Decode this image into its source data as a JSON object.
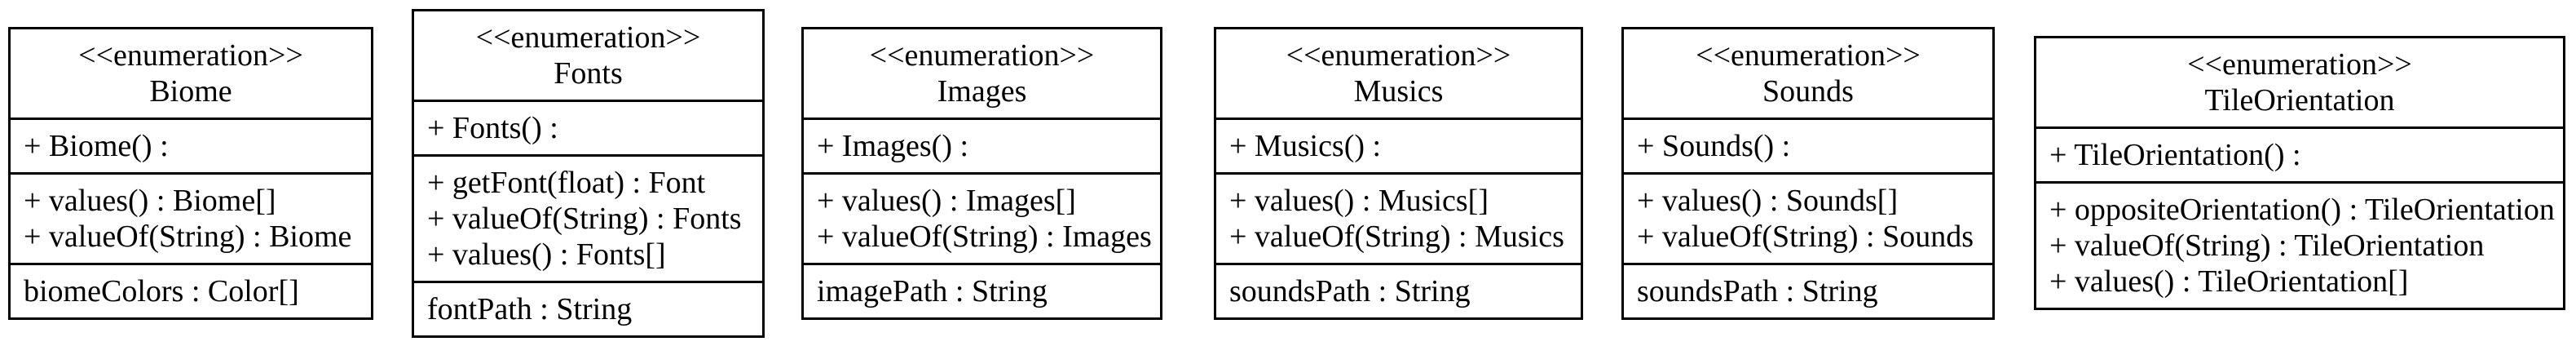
{
  "diagram": {
    "kind": "uml-class-diagram",
    "stereotype": "<<enumeration>>",
    "colors": {
      "background": "#ffffff",
      "border": "#000000",
      "text": "#000000"
    },
    "classes": [
      {
        "name": "Biome",
        "constructors": [
          "+ Biome() :"
        ],
        "methods": [
          "+ values() : Biome[]",
          "+ valueOf(String) : Biome"
        ],
        "attributes": [
          "biomeColors : Color[]"
        ]
      },
      {
        "name": "Fonts",
        "constructors": [
          "+ Fonts() :"
        ],
        "methods": [
          "+ getFont(float) : Font",
          "+ valueOf(String) : Fonts",
          "+ values() : Fonts[]"
        ],
        "attributes": [
          "fontPath : String"
        ]
      },
      {
        "name": "Images",
        "constructors": [
          "+ Images() :"
        ],
        "methods": [
          "+ values() : Images[]",
          "+ valueOf(String) : Images"
        ],
        "attributes": [
          "imagePath : String"
        ]
      },
      {
        "name": "Musics",
        "constructors": [
          "+ Musics() :"
        ],
        "methods": [
          "+ values() : Musics[]",
          "+ valueOf(String) : Musics"
        ],
        "attributes": [
          "soundsPath : String"
        ]
      },
      {
        "name": "Sounds",
        "constructors": [
          "+ Sounds() :"
        ],
        "methods": [
          "+ values() : Sounds[]",
          "+ valueOf(String) : Sounds"
        ],
        "attributes": [
          "soundsPath : String"
        ]
      },
      {
        "name": "TileOrientation",
        "constructors": [
          "+ TileOrientation() :"
        ],
        "methods": [
          "+ oppositeOrientation() : TileOrientation",
          "+ valueOf(String) : TileOrientation",
          "+ values() : TileOrientation[]"
        ],
        "attributes": []
      }
    ]
  }
}
